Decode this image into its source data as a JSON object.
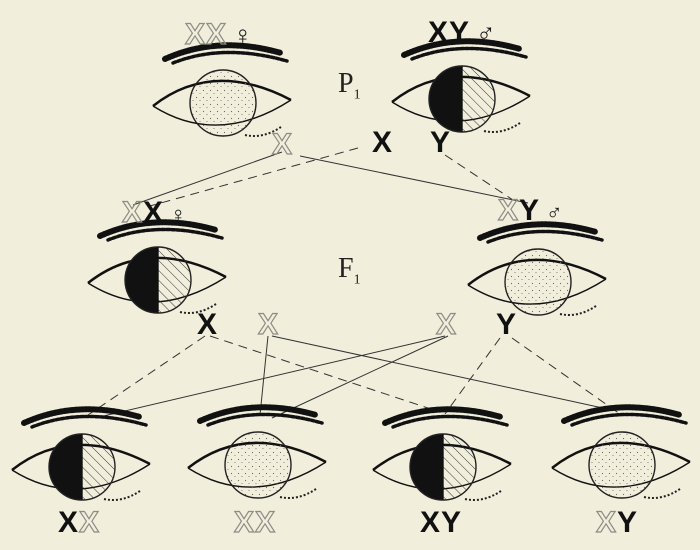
{
  "generations": {
    "p1": "P",
    "p1_sub": "1",
    "f1": "F",
    "f1_sub": "1"
  },
  "parents": {
    "mother": {
      "chrom_1": "X",
      "chrom_2": "X",
      "symbol": "♀"
    },
    "father": {
      "chrom_1": "X",
      "chrom_2": "Y",
      "symbol": "♂"
    },
    "gametes": {
      "mother": "X",
      "father_x": "X",
      "father_y": "Y"
    }
  },
  "f1": {
    "daughter": {
      "chrom_1": "X",
      "chrom_2": "X",
      "symbol": "♀"
    },
    "son": {
      "chrom_1": "X",
      "chrom_2": "Y",
      "symbol": "♂"
    },
    "gametes": {
      "daughter_x1": "X",
      "daughter_x2": "X",
      "son_x": "X",
      "son_y": "Y"
    }
  },
  "f2": [
    {
      "chrom_1": "X",
      "chrom_2": "X"
    },
    {
      "chrom_1": "X",
      "chrom_2": "X"
    },
    {
      "chrom_1": "X",
      "chrom_2": "Y"
    },
    {
      "chrom_1": "X",
      "chrom_2": "Y"
    }
  ],
  "colors": {
    "background": "#f1eedc",
    "ink": "#141414",
    "ghost_letter": "#8d8d85"
  }
}
